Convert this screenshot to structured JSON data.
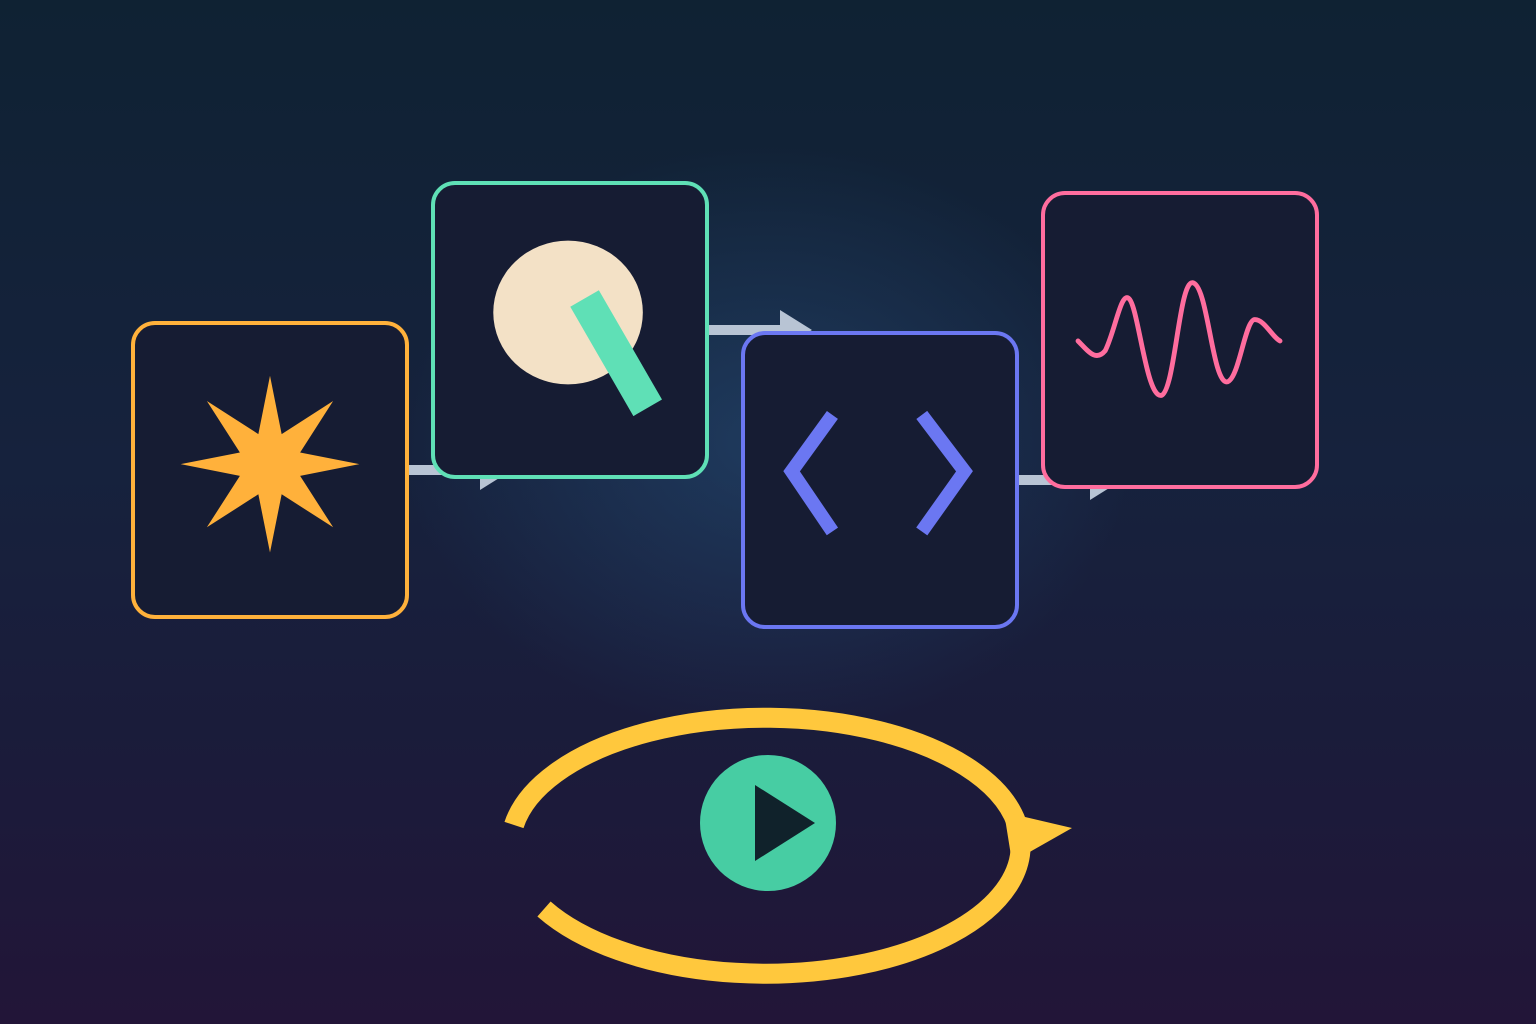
{
  "colors": {
    "spark": "#ffb13b",
    "search": "#5fe0b6",
    "search_lens": "#f3e1c6",
    "code": "#6b77f2",
    "wave": "#ff6d9e",
    "connector": "#b8c4d4",
    "loop": "#ffc83d",
    "play_button": "#47cda3",
    "play_triangle": "#10222b",
    "card_background": "#161c33"
  },
  "steps": [
    {
      "id": "spark",
      "icon": "sparkle-icon"
    },
    {
      "id": "search",
      "icon": "magnifier-icon"
    },
    {
      "id": "code",
      "icon": "code-brackets-icon"
    },
    {
      "id": "wave",
      "icon": "waveform-icon"
    }
  ],
  "loop": {
    "icon": "loop-arrow-icon",
    "center_icon": "play-icon"
  }
}
